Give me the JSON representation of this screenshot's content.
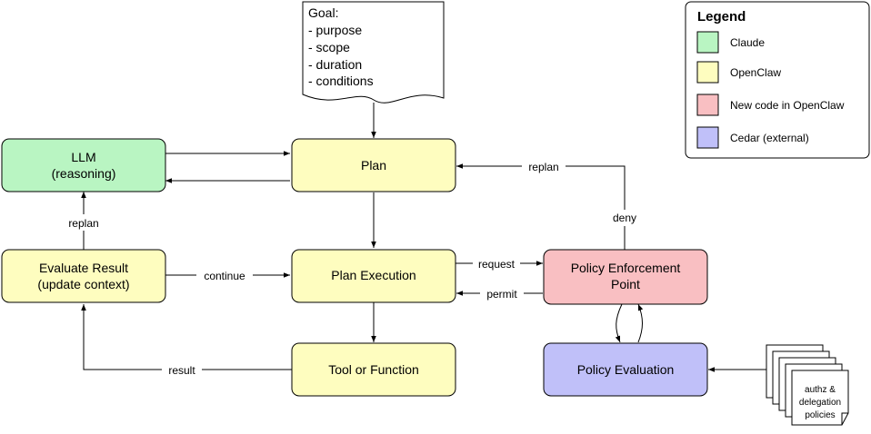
{
  "colors": {
    "claude": "#b9f5c2",
    "openclaw": "#fefdbf",
    "new_code": "#f9bfc2",
    "cedar": "#c0c0f9",
    "stroke": "#000000"
  },
  "goal_doc": {
    "lines": [
      "Goal:",
      "- purpose",
      "- scope",
      "- duration",
      "- conditions"
    ]
  },
  "nodes": {
    "llm": {
      "lines": [
        "LLM",
        "(reasoning)"
      ]
    },
    "plan": {
      "lines": [
        "Plan"
      ]
    },
    "evaluate": {
      "lines": [
        "Evaluate Result",
        "(update context)"
      ]
    },
    "plan_execution": {
      "lines": [
        "Plan Execution"
      ]
    },
    "tool": {
      "lines": [
        "Tool or Function"
      ]
    },
    "pep": {
      "lines": [
        "Policy Enforcement",
        "Point"
      ]
    },
    "policy_eval": {
      "lines": [
        "Policy Evaluation"
      ]
    }
  },
  "policies_stack": {
    "lines": [
      "authz &",
      "delegation",
      "policies"
    ]
  },
  "edge_labels": {
    "replan_left": "replan",
    "continue": "continue",
    "result": "result",
    "request": "request",
    "permit": "permit",
    "deny": "deny",
    "replan_right": "replan"
  },
  "legend": {
    "title": "Legend",
    "items": [
      {
        "label": "Claude",
        "color": "#b9f5c2"
      },
      {
        "label": "OpenClaw",
        "color": "#fefdbf"
      },
      {
        "label": "New code in OpenClaw",
        "color": "#f9bfc2"
      },
      {
        "label": "Cedar (external)",
        "color": "#c0c0f9"
      }
    ]
  }
}
